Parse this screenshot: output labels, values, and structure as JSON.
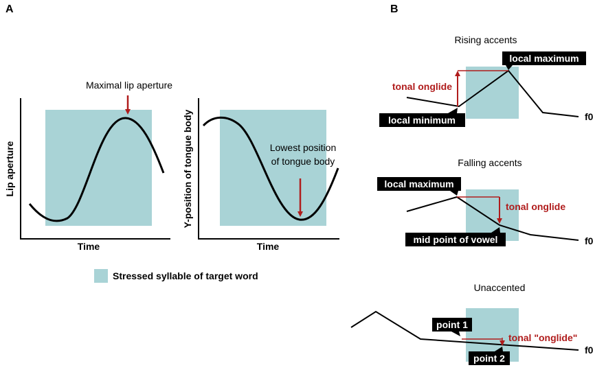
{
  "panel_a": {
    "label": "A",
    "left_plot": {
      "ylabel": "Lip aperture",
      "xlabel": "Time",
      "annotation": "Maximal lip aperture"
    },
    "right_plot": {
      "ylabel": "Y-position of tongue body",
      "xlabel": "Time",
      "annotation_line1": "Lowest position",
      "annotation_line2": "of tongue body"
    },
    "legend": {
      "label": "Stressed syllable of target word"
    }
  },
  "panel_b": {
    "label": "B",
    "rising": {
      "title": "Rising accents",
      "local_maximum": "local maximum",
      "local_minimum": "local minimum",
      "onglide": "tonal onglide",
      "f0": "f0"
    },
    "falling": {
      "title": "Falling accents",
      "local_maximum": "local maximum",
      "mid_point": "mid point of vowel",
      "onglide": "tonal onglide",
      "f0": "f0"
    },
    "unaccented": {
      "title": "Unaccented",
      "point1": "point 1",
      "point2": "point 2",
      "onglide": "tonal \"onglide\"",
      "f0": "f0"
    }
  },
  "colors": {
    "syllable_box": "#a9d3d6",
    "arrow_red": "#b01c1c",
    "label_box": "#000000"
  }
}
